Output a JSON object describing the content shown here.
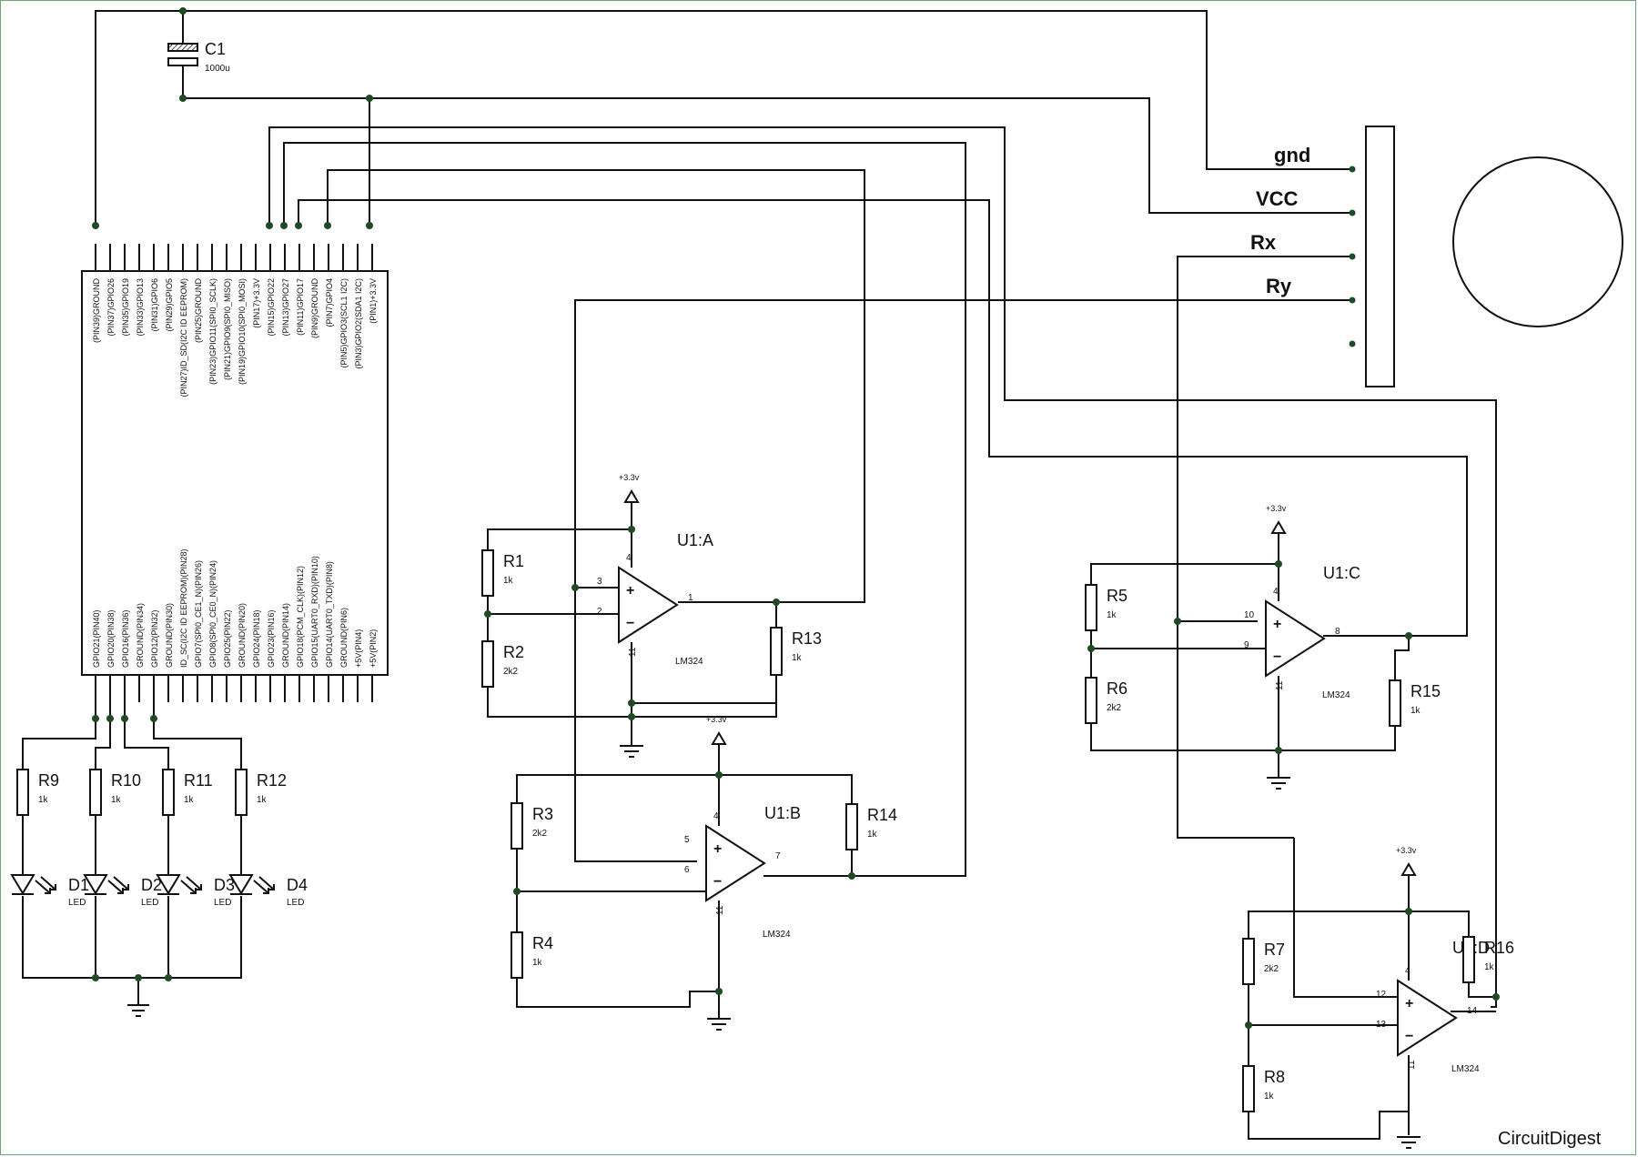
{
  "capacitor": {
    "ref": "C1",
    "value": "1000u"
  },
  "joystick": {
    "pins": [
      "gnd",
      "VCC",
      "Rx",
      "Ry"
    ]
  },
  "power_label": "+3.3v",
  "module": {
    "top_pins": [
      "(PIN39)GROUND",
      "(PIN37)GPIO26",
      "(PIN35)GPIO19",
      "(PIN33)GPIO13",
      "(PIN31)GPIO6",
      "(PIN29)GPIO5",
      "(PIN27)ID_SD(I2C ID EEPROM)",
      "(PIN25)GROUND",
      "(PIN23)GPIO11(SPI0_SCLK)",
      "(PIN21)GPIO9(SPI0_MISO)",
      "(PIN19)GPIO10(SPI0_MOSI)",
      "(PIN17)+3.3V",
      "(PIN15)GPIO22",
      "(PIN13)GPIO27",
      "(PIN11)GPIO17",
      "(PIN9)GROUND",
      "(PIN7)GPIO4",
      "(PIN5)GPIO3(SCL1 I2C)",
      "(PIN3)GPIO2(SDA1 I2C)",
      "(PIN1)+3.3V"
    ],
    "bottom_pins": [
      "GPIO21(PIN40)",
      "GPIO20(PIN38)",
      "GPIO16(PIN36)",
      "GROUND(PIN34)",
      "GPIO12(PIN32)",
      "GROUND(PIN30)",
      "ID_SC(I2C ID EEPROM)(PIN28)",
      "GPIO7(SPI0_CE1_N)(PIN26)",
      "GPIO8(SPI0_CE0_N)(PIN24)",
      "GPIO25(PIN22)",
      "GROUND(PIN20)",
      "GPIO24(PIN18)",
      "GPIO23(PIN16)",
      "GROUND(PIN14)",
      "GPIO18(PCM_CLK)(PIN12)",
      "GPIO15(UART0_RXD)(PIN10)",
      "GPIO14(UART0_TXD)(PIN8)",
      "GROUND(PIN6)",
      "+5V(PIN4)",
      "+5V(PIN2)"
    ]
  },
  "resistors": [
    {
      "ref": "R1",
      "value": "1k"
    },
    {
      "ref": "R2",
      "value": "2k2"
    },
    {
      "ref": "R3",
      "value": "2k2"
    },
    {
      "ref": "R4",
      "value": "1k"
    },
    {
      "ref": "R5",
      "value": "1k"
    },
    {
      "ref": "R6",
      "value": "2k2"
    },
    {
      "ref": "R7",
      "value": "2k2"
    },
    {
      "ref": "R8",
      "value": "1k"
    },
    {
      "ref": "R9",
      "value": "1k"
    },
    {
      "ref": "R10",
      "value": "1k"
    },
    {
      "ref": "R11",
      "value": "1k"
    },
    {
      "ref": "R12",
      "value": "1k"
    },
    {
      "ref": "R13",
      "value": "1k"
    },
    {
      "ref": "R14",
      "value": "1k"
    },
    {
      "ref": "R15",
      "value": "1k"
    },
    {
      "ref": "R16",
      "value": "1k"
    }
  ],
  "leds": [
    {
      "ref": "D1",
      "value": "LED"
    },
    {
      "ref": "D2",
      "value": "LED"
    },
    {
      "ref": "D3",
      "value": "LED"
    },
    {
      "ref": "D4",
      "value": "LED"
    }
  ],
  "opamps": [
    {
      "ref": "U1:A",
      "part": "LM324",
      "plus_pin": "3",
      "minus_pin": "2",
      "out_pin": "1",
      "vcc_pin": "4",
      "gnd_pin": "11"
    },
    {
      "ref": "U1:B",
      "part": "LM324",
      "plus_pin": "5",
      "minus_pin": "6",
      "out_pin": "7",
      "vcc_pin": "4",
      "gnd_pin": "11"
    },
    {
      "ref": "U1:C",
      "part": "LM324",
      "plus_pin": "10",
      "minus_pin": "9",
      "out_pin": "8",
      "vcc_pin": "4",
      "gnd_pin": "11"
    },
    {
      "ref": "U1:D",
      "part": "LM324",
      "plus_pin": "12",
      "minus_pin": "13",
      "out_pin": "14",
      "vcc_pin": "4",
      "gnd_pin": "11"
    }
  ],
  "symbols": {
    "plus": "+",
    "minus": "−"
  },
  "brand": "CircuitDigest"
}
